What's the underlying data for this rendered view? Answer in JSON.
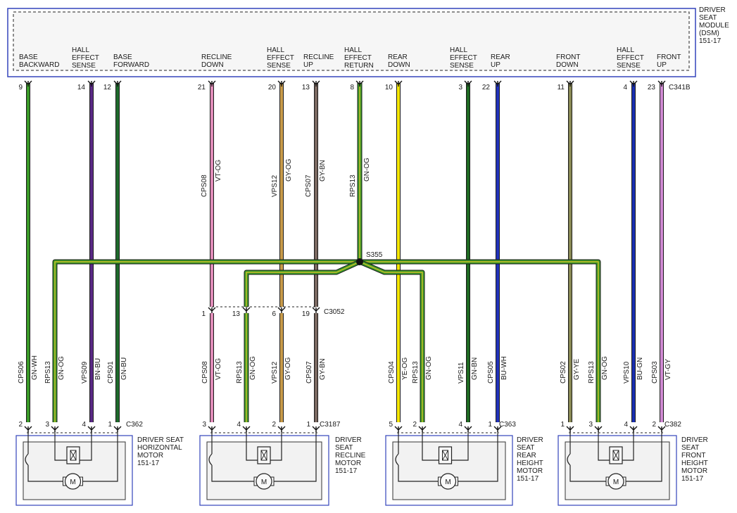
{
  "dsm": {
    "lines": [
      "DRIVER",
      "SEAT",
      "MODULE",
      "(DSM)",
      "151-17"
    ],
    "connector": "C341B"
  },
  "colors": {
    "GN-WH": "#3a9a28",
    "GN-OG": "#3a9a28",
    "BN-BU": "#5a2a86",
    "GN-BU": "#1f6a2c",
    "VT-OG": "#e08cb8",
    "GY-OG": "#c89b4a",
    "GY-BN": "#7a6860",
    "YE-OG": "#f5e600",
    "GN-BN": "#1f6a22",
    "BU-WH": "#2233bb",
    "GY-YE": "#8a8a55",
    "BU-GN": "#1a2fb0",
    "VT-GY": "#cf8ad2",
    "stripe-OG": "#e8c428",
    "frame": "#3344bb"
  },
  "functions": [
    {
      "l1": "BASE",
      "l2": "BACKWARD",
      "l3": ""
    },
    {
      "l1": "HALL",
      "l2": "EFFECT",
      "l3": "SENSE"
    },
    {
      "l1": "BASE",
      "l2": "FORWARD",
      "l3": ""
    },
    {
      "l1": "RECLINE",
      "l2": "DOWN",
      "l3": ""
    },
    {
      "l1": "HALL",
      "l2": "EFFECT",
      "l3": "SENSE"
    },
    {
      "l1": "RECLINE",
      "l2": "UP",
      "l3": ""
    },
    {
      "l1": "HALL",
      "l2": "EFFECT",
      "l3": "RETURN"
    },
    {
      "l1": "REAR",
      "l2": "DOWN",
      "l3": ""
    },
    {
      "l1": "HALL",
      "l2": "EFFECT",
      "l3": "SENSE"
    },
    {
      "l1": "REAR",
      "l2": "UP",
      "l3": ""
    },
    {
      "l1": "FRONT",
      "l2": "DOWN",
      "l3": ""
    },
    {
      "l1": "HALL",
      "l2": "EFFECT",
      "l3": "SENSE"
    },
    {
      "l1": "FRONT",
      "l2": "UP",
      "l3": ""
    }
  ],
  "top_pins": [
    "9",
    "14",
    "12",
    "21",
    "20",
    "13",
    "8",
    "10",
    "3",
    "22",
    "11",
    "4",
    "23"
  ],
  "top_wires": [
    {
      "circuit": "CPS08",
      "color": "VT-OG"
    },
    {
      "circuit": "VPS12",
      "color": "GY-OG"
    },
    {
      "circuit": "CPS07",
      "color": "GY-BN"
    },
    {
      "circuit": "RPS13",
      "color": "GN-OG"
    }
  ],
  "splice": "S355",
  "inline": {
    "connector": "C3052",
    "pins": [
      "1",
      "13",
      "6",
      "19"
    ]
  },
  "bottom_wires": [
    {
      "circuit": "CPS06",
      "color": "GN-WH"
    },
    {
      "circuit": "RPS13",
      "color": "GN-OG"
    },
    {
      "circuit": "VPS09",
      "color": "BN-BU"
    },
    {
      "circuit": "CPS01",
      "color": "GN-BU"
    },
    {
      "circuit": "CPS08",
      "color": "VT-OG"
    },
    {
      "circuit": "RPS13",
      "color": "GN-OG"
    },
    {
      "circuit": "VPS12",
      "color": "GY-OG"
    },
    {
      "circuit": "CPS07",
      "color": "GY-BN"
    },
    {
      "circuit": "CPS04",
      "color": "YE-OG"
    },
    {
      "circuit": "RPS13",
      "color": "GN-OG"
    },
    {
      "circuit": "VPS11",
      "color": "GN-BN"
    },
    {
      "circuit": "CPS05",
      "color": "BU-WH"
    },
    {
      "circuit": "CPS02",
      "color": "GY-YE"
    },
    {
      "circuit": "RPS13",
      "color": "GN-OG"
    },
    {
      "circuit": "VPS10",
      "color": "BU-GN"
    },
    {
      "circuit": "CPS03",
      "color": "VT-GY"
    }
  ],
  "motors": [
    {
      "connector": "C362",
      "pins": [
        "2",
        "3",
        "4",
        "1"
      ],
      "lines": [
        "DRIVER SEAT",
        "HORIZONTAL",
        "MOTOR",
        "151-17"
      ]
    },
    {
      "connector": "C3187",
      "pins": [
        "3",
        "4",
        "2",
        "1"
      ],
      "lines": [
        "DRIVER",
        "SEAT",
        "RECLINE",
        "MOTOR",
        "151-17"
      ]
    },
    {
      "connector": "C363",
      "pins": [
        "5",
        "2",
        "4",
        "1"
      ],
      "lines": [
        "DRIVER",
        "SEAT",
        "REAR",
        "HEIGHT",
        "MOTOR",
        "151-17"
      ]
    },
    {
      "connector": "C382",
      "pins": [
        "1",
        "3",
        "4",
        "2"
      ],
      "lines": [
        "DRIVER",
        "SEAT",
        "FRONT",
        "HEIGHT",
        "MOTOR",
        "151-17"
      ]
    }
  ],
  "motor_symbol": "M"
}
